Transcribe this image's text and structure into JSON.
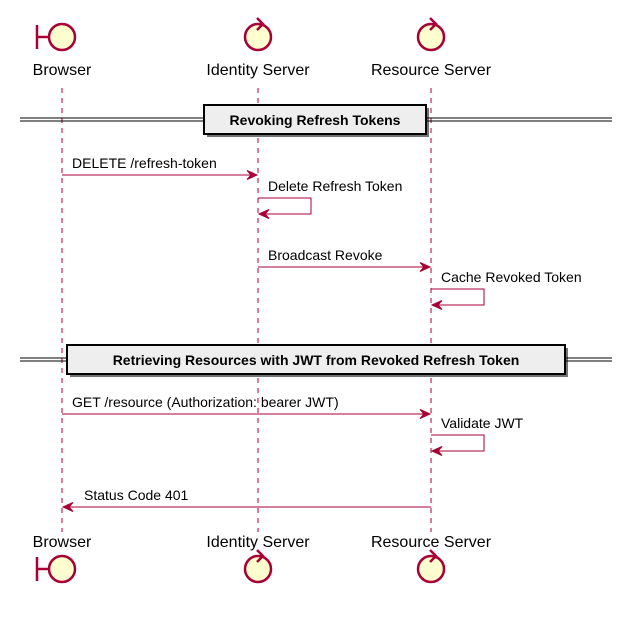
{
  "colors": {
    "lifeline": "#a80036",
    "actor_fill": "#fefece",
    "actor_stroke": "#a80036",
    "arrow": "#a80036",
    "divider_fill": "#eeeeee",
    "divider_stroke": "#000000",
    "text": "#000000"
  },
  "participants": [
    {
      "id": "browser",
      "label": "Browser",
      "shape": "boundary-icon"
    },
    {
      "id": "identity",
      "label": "Identity Server",
      "shape": "control-icon"
    },
    {
      "id": "resource",
      "label": "Resource Server",
      "shape": "control-icon"
    }
  ],
  "dividers": [
    {
      "label": "Revoking Refresh Tokens"
    },
    {
      "label": "Retrieving Resources with JWT from Revoked Refresh Token"
    }
  ],
  "messages": [
    {
      "from": "browser",
      "to": "identity",
      "label": "DELETE /refresh-token"
    },
    {
      "from": "identity",
      "to": "identity",
      "label": "Delete Refresh Token"
    },
    {
      "from": "identity",
      "to": "resource",
      "label": "Broadcast Revoke"
    },
    {
      "from": "resource",
      "to": "resource",
      "label": "Cache Revoked Token"
    },
    {
      "from": "browser",
      "to": "resource",
      "label": "GET /resource (Authorization: bearer JWT)"
    },
    {
      "from": "resource",
      "to": "resource",
      "label": "Validate JWT"
    },
    {
      "from": "resource",
      "to": "browser",
      "label": "Status Code 401"
    }
  ]
}
